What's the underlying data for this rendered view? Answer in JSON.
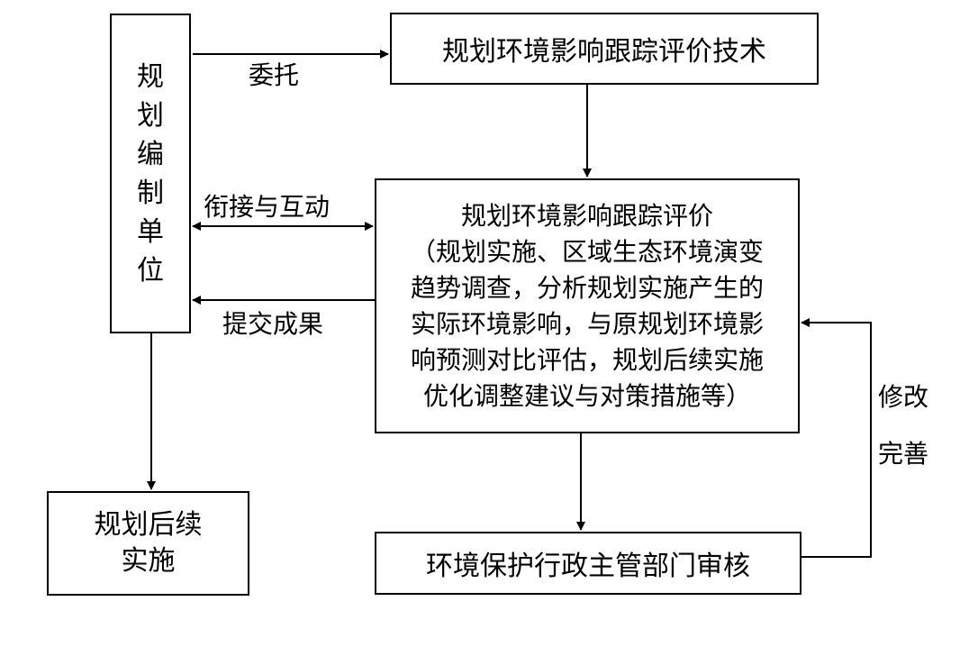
{
  "nodes": {
    "planning_unit": "规划编制单位",
    "tech": "规划环境影响跟踪评价技术",
    "main": {
      "title": "规划环境影响跟踪评价",
      "body_lines": [
        "（规划实施、区域生态环境演变",
        "趋势调查，分析规划实施产生的",
        "实际环境影响，与原规划环境影",
        "响预测对比评估，规划后续实施",
        "优化调整建议与对策措施等）"
      ]
    },
    "followup": [
      "规划后续",
      "实施"
    ],
    "review": "环境保护行政主管部门审核"
  },
  "edges": {
    "entrust": "委托",
    "interact": "衔接与互动",
    "submit": "提交成果",
    "revise": [
      "修改",
      "完善"
    ]
  }
}
